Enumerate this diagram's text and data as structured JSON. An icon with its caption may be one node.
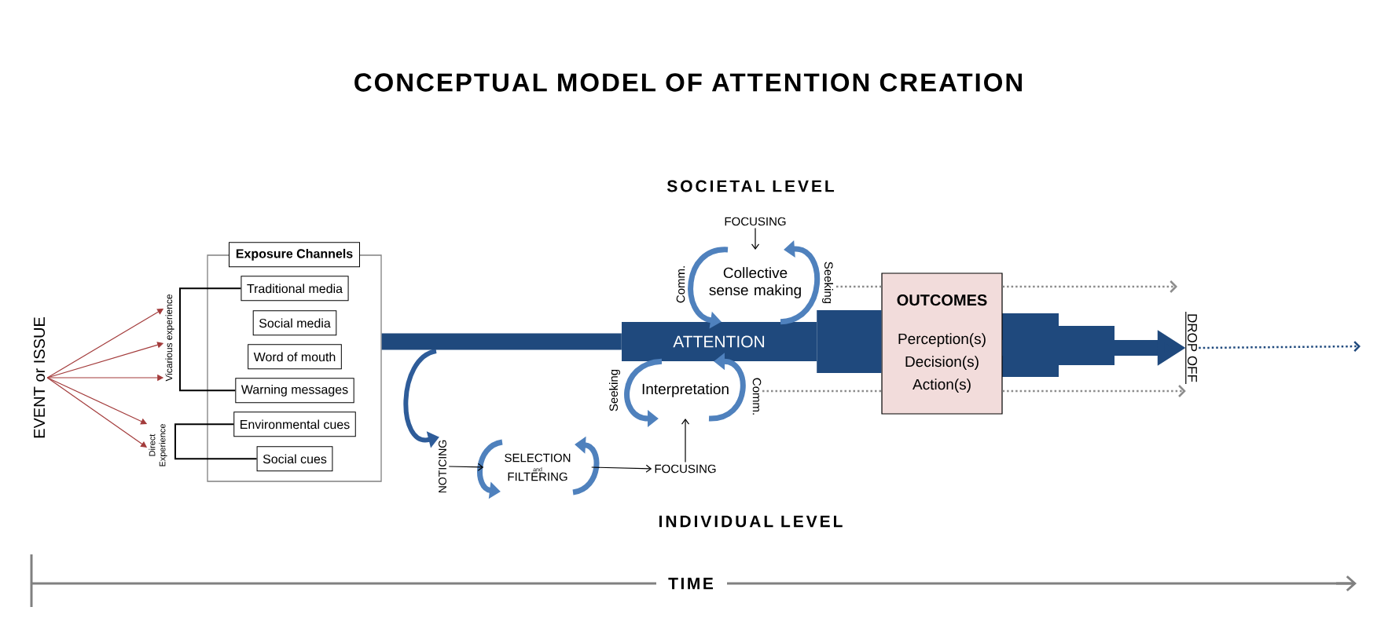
{
  "diagram": {
    "title": "CONCEPTUAL MODEL OF ATTENTION CREATION",
    "nodes": [
      {
        "text": [
          "Exposure Channels"
        ]
      },
      {
        "text": [
          "Traditional media"
        ],
        "in": 0
      },
      {
        "text": [
          "Social media"
        ],
        "in": 0
      },
      {
        "text": [
          "Word of mouth"
        ],
        "in": 0
      },
      {
        "text": [
          "Warning messages"
        ],
        "in": 0
      },
      {
        "text": [
          "Environmental cues"
        ],
        "in": 0
      },
      {
        "text": [
          "Social cues"
        ],
        "in": 0
      },
      {
        "text": [
          "EVENT or ISSUE"
        ]
      },
      {
        "text": [
          "ATTENTION"
        ]
      },
      {
        "text": [
          "Collective sense making"
        ]
      },
      {
        "text": [
          "FOCUSING"
        ]
      },
      {
        "text": [
          "Interpretation"
        ]
      },
      {
        "text": [
          "NOTICING"
        ]
      },
      {
        "text": [
          "SELECTION",
          "and",
          "FILTERING"
        ]
      },
      {
        "text": [
          "FOCUSING"
        ]
      },
      {
        "text": [
          "OUTCOMES",
          "Perception(s) Decision(s) Action(s)"
        ]
      },
      {
        "text": [
          "DROP OFF"
        ]
      },
      {
        "text": [
          "Vicarious experience"
        ]
      },
      {
        "text": [
          "Direct Experience"
        ]
      }
    ],
    "edges": [
      {
        "from": 7,
        "to": 17,
        "arrow": "to",
        "color": "#a33b3b"
      },
      {
        "from": 7,
        "to": 17,
        "arrow": "to",
        "color": "#a33b3b"
      },
      {
        "from": 7,
        "to": 17,
        "arrow": "to",
        "color": "#a33b3b"
      },
      {
        "from": 7,
        "to": 18,
        "arrow": "to",
        "color": "#a33b3b"
      },
      {
        "from": 7,
        "to": 18,
        "arrow": "to",
        "color": "#a33b3b"
      },
      {
        "from": 10,
        "to": 9,
        "arrow": "to",
        "color": "#000000"
      },
      {
        "from": 9,
        "to": 8,
        "arrow": "to",
        "label": "Comm.",
        "style": "thick",
        "color": "#4f81bd"
      },
      {
        "from": 8,
        "to": 9,
        "arrow": "to",
        "label": "Seeking",
        "style": "thick",
        "color": "#4f81bd"
      },
      {
        "from": 8,
        "to": 11,
        "arrow": "to",
        "label": "Seeking",
        "style": "thick",
        "color": "#4f81bd"
      },
      {
        "from": 11,
        "to": 8,
        "arrow": "to",
        "label": "Comm.",
        "style": "thick",
        "color": "#4f81bd"
      },
      {
        "from": 14,
        "to": 11,
        "arrow": "to",
        "color": "#000000"
      },
      {
        "from": null,
        "to": 12,
        "arrow": "to",
        "style": "thick",
        "color": "#2e5c99"
      },
      {
        "from": 12,
        "to": 13,
        "arrow": "to",
        "color": "#000000"
      },
      {
        "from": 13,
        "to": 14,
        "arrow": "to",
        "color": "#000000"
      },
      {
        "from": 0,
        "to": 8,
        "arrow": "none",
        "style": "thick",
        "color": "#1f497d"
      },
      {
        "from": 8,
        "to": 15,
        "arrow": "none",
        "style": "thick",
        "color": "#1f497d"
      },
      {
        "from": 15,
        "to": 16,
        "arrow": "to",
        "style": "thick",
        "color": "#1f497d"
      },
      {
        "from": 9,
        "to": 15,
        "arrow": "none",
        "style": "dashed",
        "color": "#8c8c8c"
      },
      {
        "from": 15,
        "to": null,
        "arrow": "to",
        "style": "dashed",
        "color": "#8c8c8c"
      },
      {
        "from": 11,
        "to": 15,
        "arrow": "none",
        "style": "dashed",
        "color": "#8c8c8c"
      },
      {
        "from": 15,
        "to": 16,
        "arrow": "to",
        "style": "dashed",
        "color": "#8c8c8c"
      },
      {
        "from": 16,
        "to": null,
        "arrow": "to",
        "style": "dashed",
        "color": "#1f497d"
      }
    ],
    "labels": [
      "SOCIETAL LEVEL",
      "INDIVIDUAL LEVEL",
      "TIME"
    ]
  }
}
